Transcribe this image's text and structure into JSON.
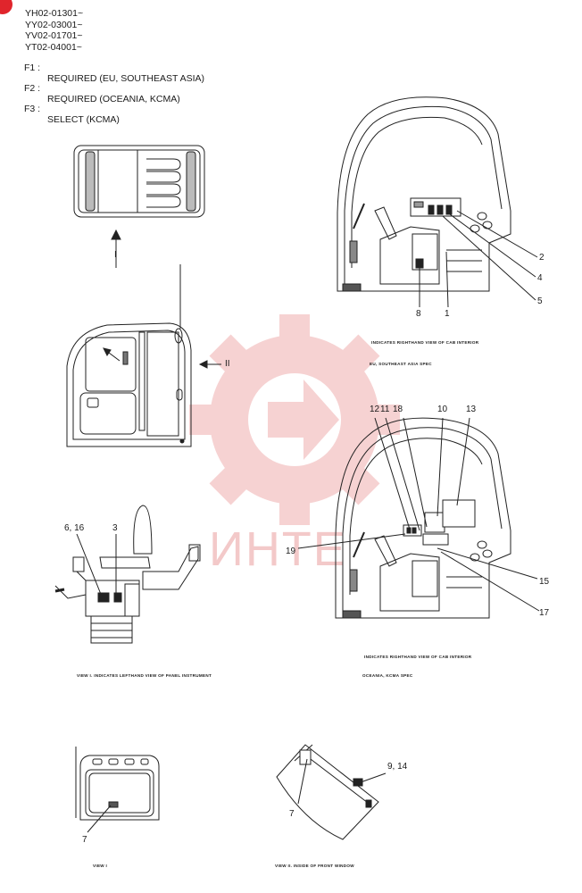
{
  "badge": "",
  "serials": [
    "YH02-01301~",
    "YY02-03001~",
    "YV02-01701~",
    "YT02-04001~"
  ],
  "notes": [
    {
      "key": "F1 :",
      "value": "REQUIRED (EU, SOUTHEAST ASIA)"
    },
    {
      "key": "F2 :",
      "value": "REQUIRED (OCEANIA, KCMA)"
    },
    {
      "key": "F3 :",
      "value": "SELECT (KCMA)"
    }
  ],
  "views": {
    "arrow_i": "I",
    "arrow_ii": "II"
  },
  "callouts": {
    "top_right": [
      "2",
      "4",
      "5",
      "8",
      "1"
    ],
    "mid_right": [
      "12",
      "11",
      "18",
      "10",
      "13",
      "19",
      "15",
      "17"
    ],
    "left_seat": [
      "6, 16",
      "3"
    ],
    "bottom_left": [
      "7"
    ],
    "bottom_right": [
      "9, 14",
      "7"
    ]
  },
  "captions": {
    "cab_interior_1": "INDICATES RIGHTHAND VIEW OF CAB INTERIOR",
    "cab_spec_1": "EU, SOUTHEAST ASIA SPEC",
    "cab_interior_2": "INDICATES RIGHTHAND VIEW OF CAB INTERIOR",
    "cab_spec_2": "OCEANIA, KCMA SPEC",
    "view_i_panel": "VIEW I. INDICATES LEFTHAND VIEW OF PANEL INSTRUMENT",
    "view_i": "VIEW I",
    "view_ii": "VIEW II. INSIDE OF FRONT WINDOW"
  },
  "watermark": {
    "text": "ИНТЕ",
    "color": "#f3c9c9"
  }
}
